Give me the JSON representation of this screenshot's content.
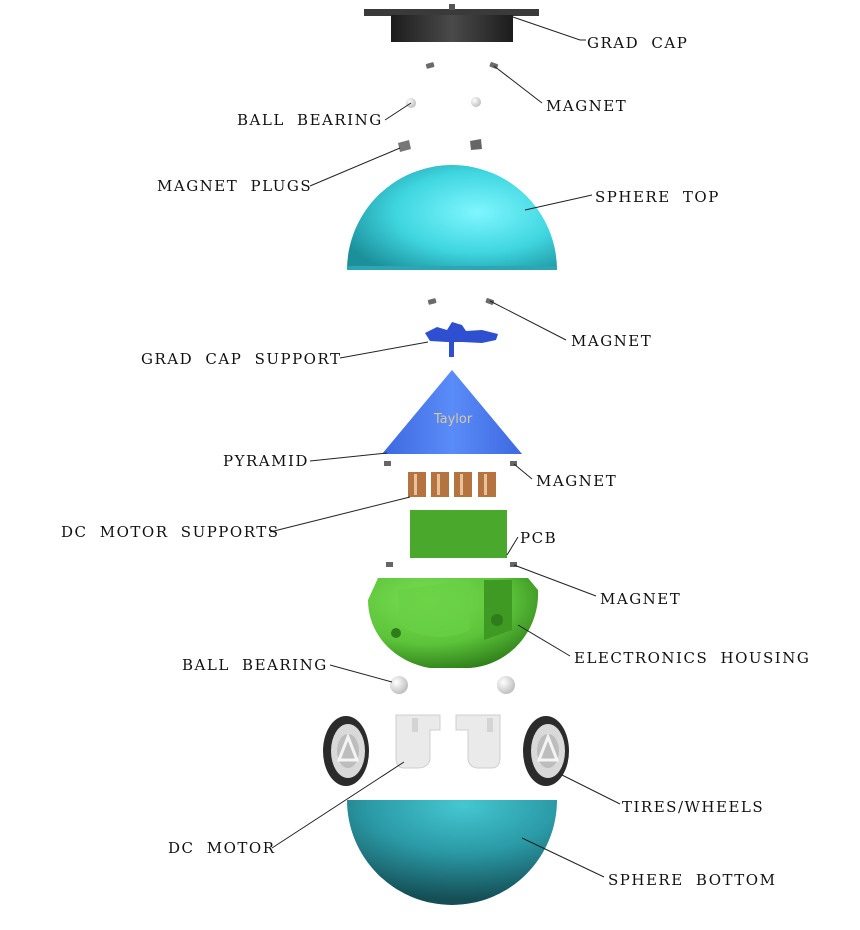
{
  "labels": {
    "grad_cap": "GRAD CAP",
    "magnet_top": "MAGNET",
    "ball_bearing_top": "BALL BEARING",
    "magnet_plugs": "MAGNET PLUGS",
    "sphere_top": "SPHERE TOP",
    "magnet_mid": "MAGNET",
    "grad_cap_support": "GRAD CAP SUPPORT",
    "pyramid": "PYRAMID",
    "magnet_pyramid": "MAGNET",
    "dc_motor_supports": "DC MOTOR SUPPORTS",
    "pcb": "PCB",
    "magnet_lower": "MAGNET",
    "electronics_housing": "ELECTRONICS HOUSING",
    "ball_bearing_bottom": "BALL BEARING",
    "tires_wheels": "TIRES/WHEELS",
    "dc_motor": "DC MOTOR",
    "sphere_bottom": "SPHERE BOTTOM"
  },
  "pyramid_text": "Taylor",
  "colors": {
    "grad_cap": "#2a2a2a",
    "sphere_top": "#3fd6e0",
    "grad_cap_support": "#2e4fd0",
    "pyramid": "#4f7ff0",
    "motor_supports": "#b5733f",
    "pcb": "#4aa82c",
    "electronics_housing": "#5cc43a",
    "ball_bearing": "#f2f2f2",
    "dc_motor": "#e8e8e8",
    "tire": "#2b2b2b",
    "sphere_bottom": "#2a9aa6",
    "magnet": "#777777",
    "leader_line": "#222222"
  }
}
